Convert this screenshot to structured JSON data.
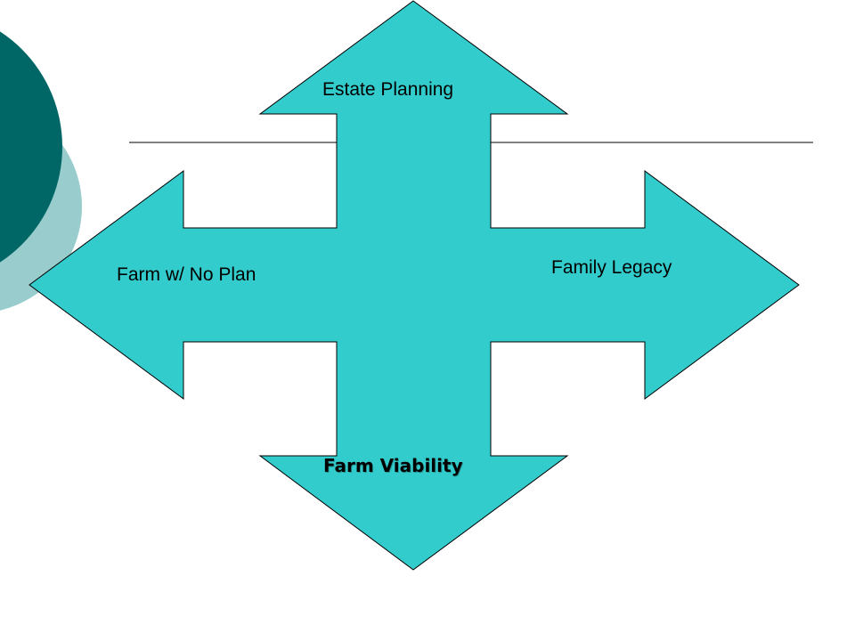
{
  "colors": {
    "arrow_fill": "#33cccc",
    "arrow_stroke": "#000000",
    "circle_dark": "#006666",
    "circle_light": "#99cccc",
    "divider": "#000000",
    "background": "#ffffff"
  },
  "diagram": {
    "shape": "four-way-arrow",
    "arrows": {
      "up": "Estate Planning",
      "left": "Farm w/ No Plan",
      "right": "Family Legacy",
      "down": "Farm Viability"
    }
  }
}
